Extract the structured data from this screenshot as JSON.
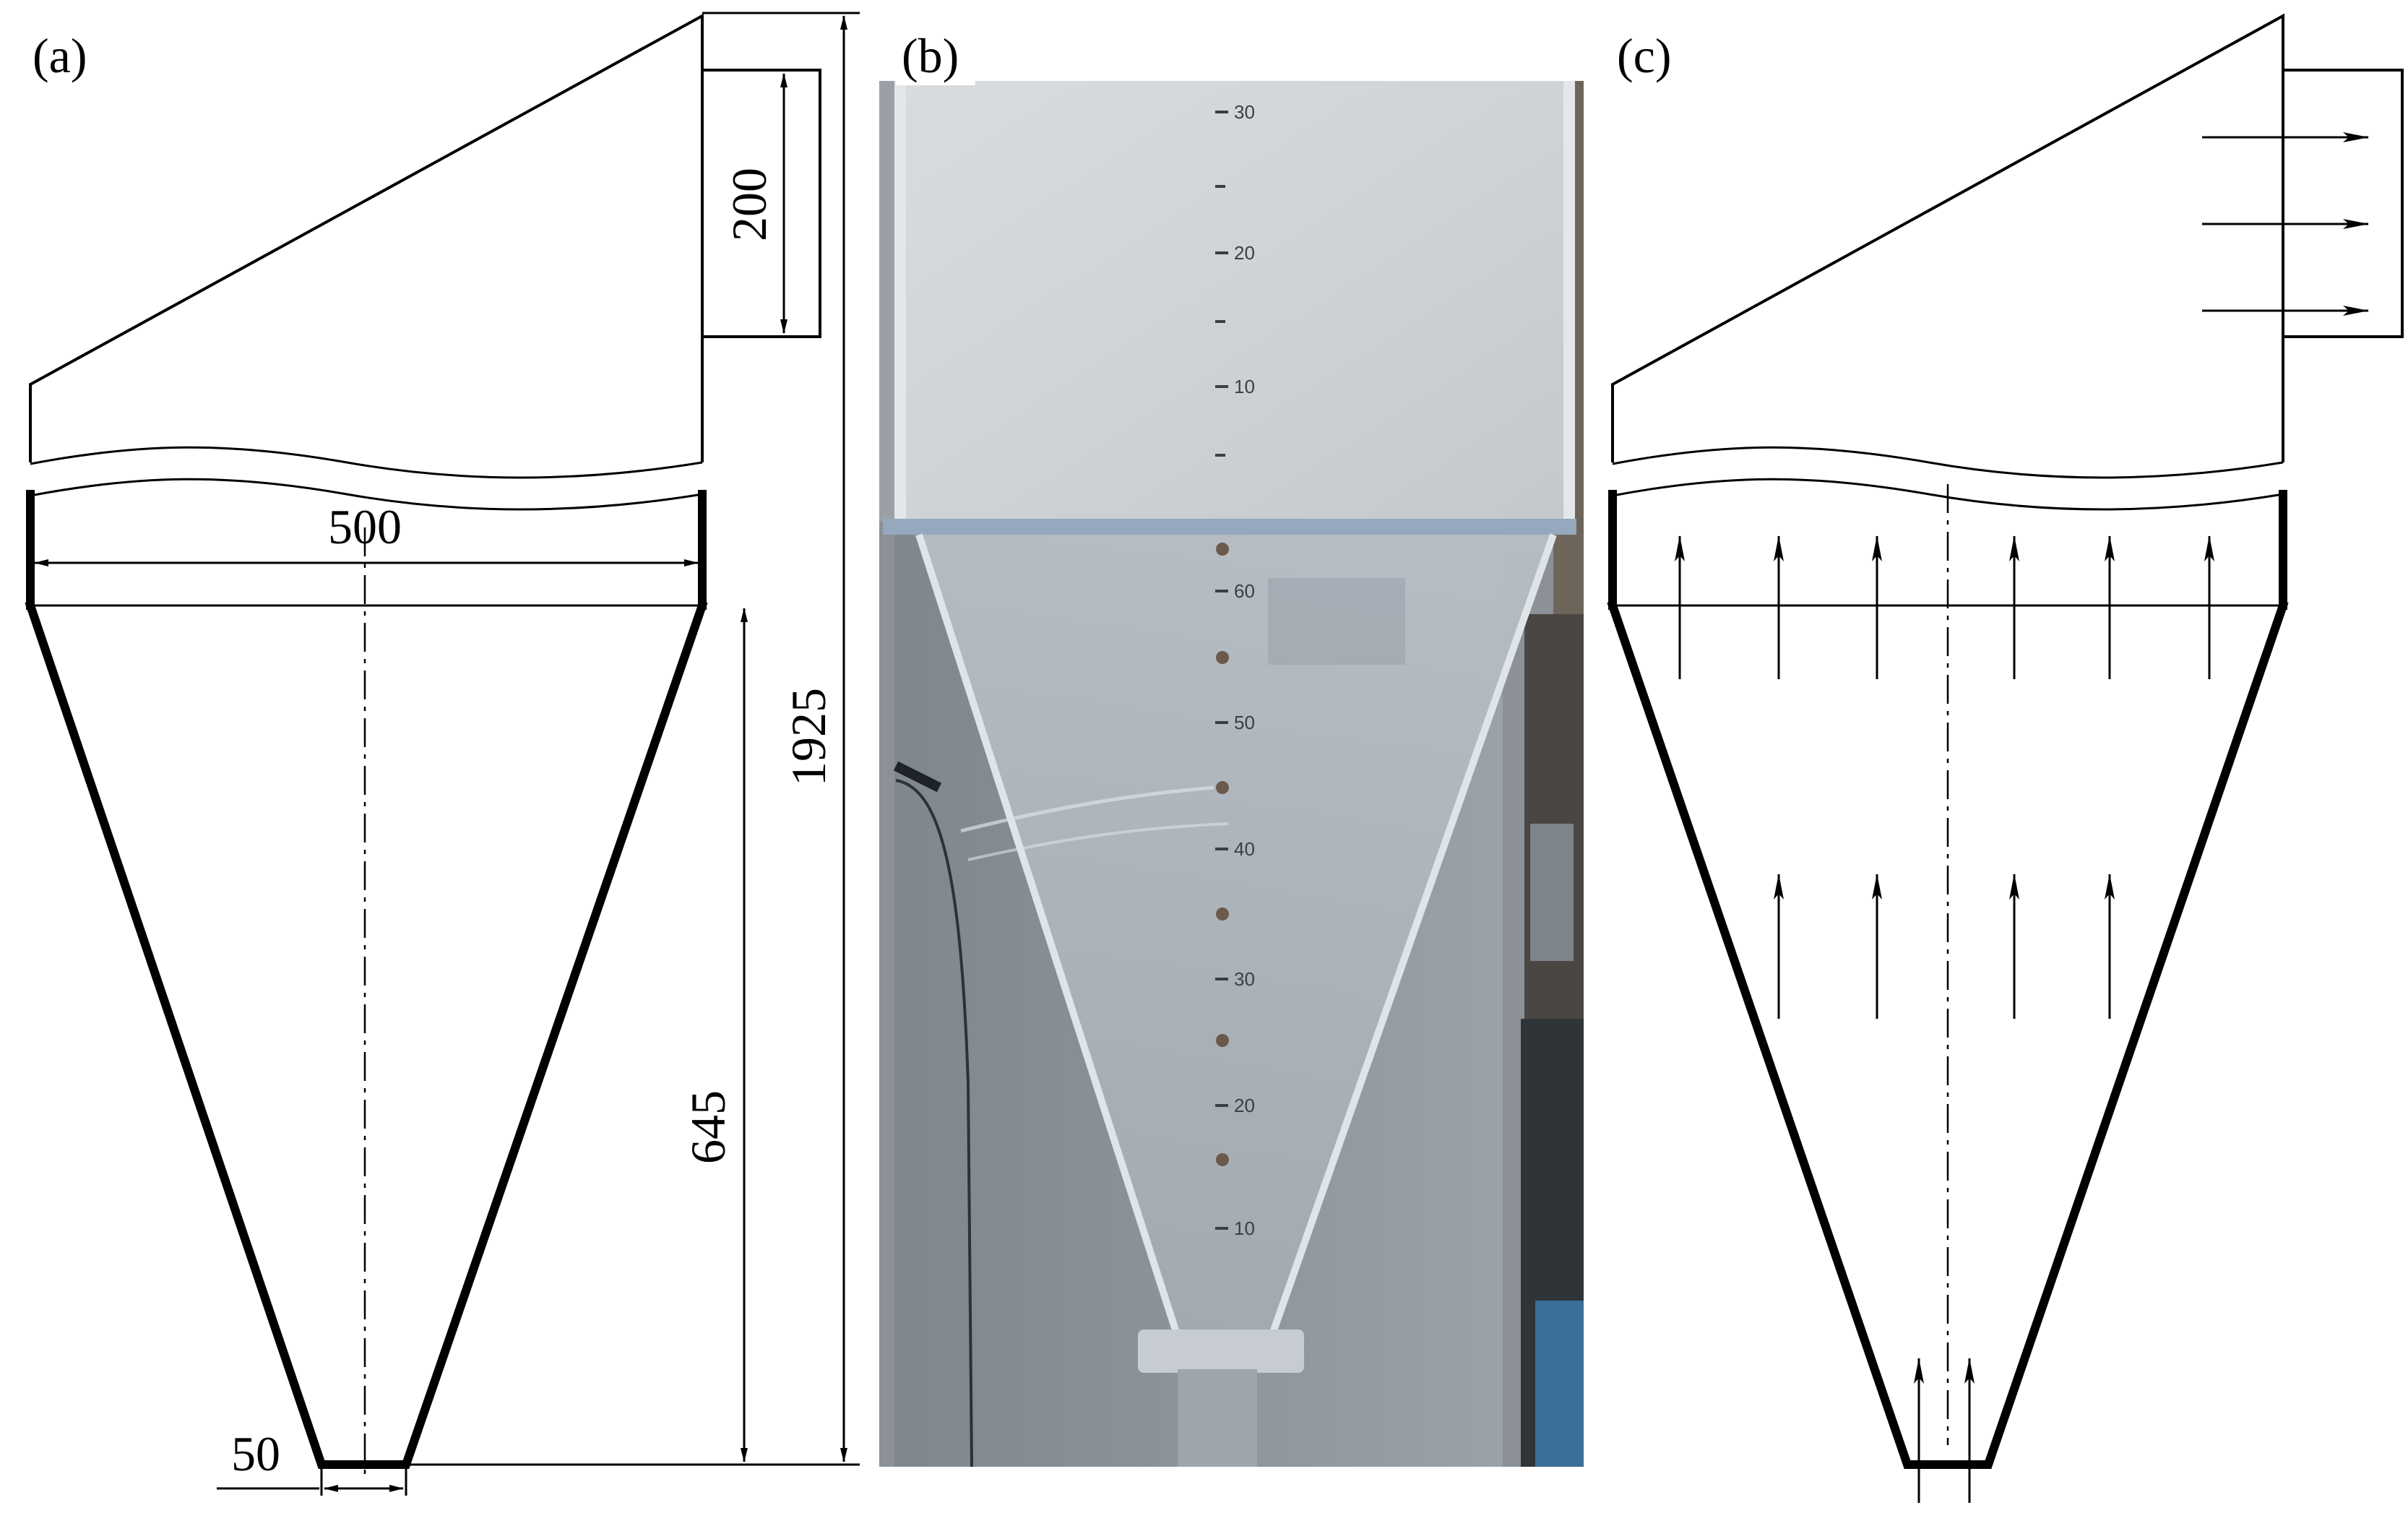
{
  "panels": {
    "a": {
      "label": "(a)"
    },
    "b": {
      "label": "(b)"
    },
    "c": {
      "label": "(c)"
    }
  },
  "dimensions": {
    "outlet_height": "200",
    "top_width": "500",
    "total_height": "1925",
    "cone_height": "645",
    "bottom_width": "50"
  },
  "photo_scale_marks": [
    "30",
    "20",
    "10",
    "60",
    "50",
    "40",
    "30",
    "20",
    "10"
  ]
}
